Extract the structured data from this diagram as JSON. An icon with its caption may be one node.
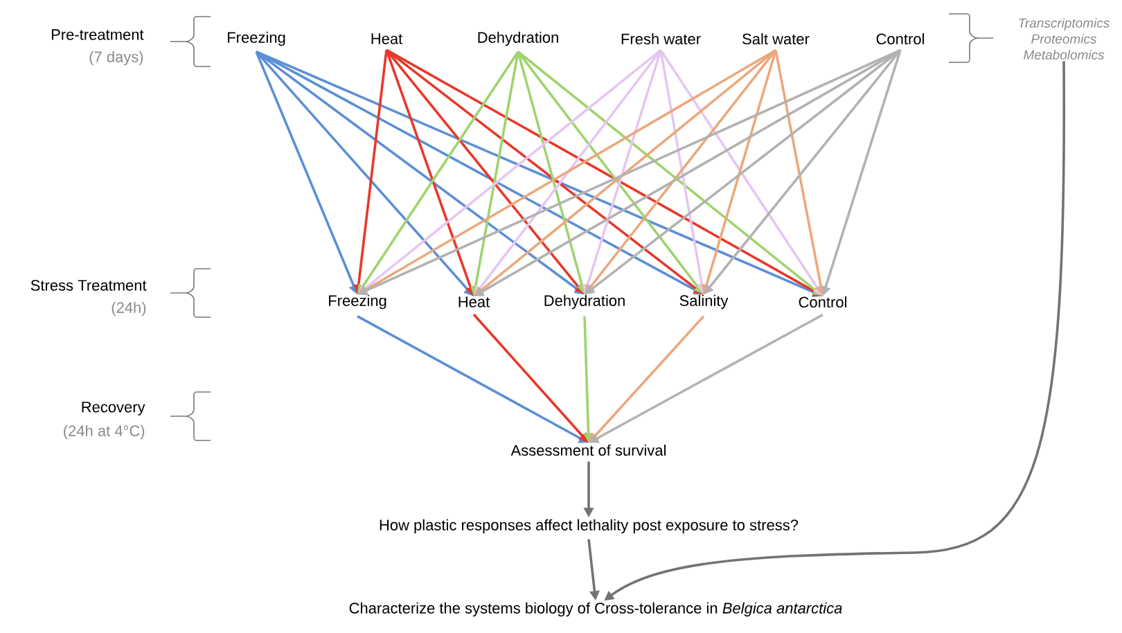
{
  "diagram": {
    "nodes": [
      {
        "text": [
          "Freezing"
        ]
      },
      {
        "text": [
          "Heat"
        ]
      },
      {
        "text": [
          "Dehydration"
        ]
      },
      {
        "text": [
          "Fresh water"
        ]
      },
      {
        "text": [
          "Salt water"
        ]
      },
      {
        "text": [
          "Control"
        ]
      },
      {
        "text": [
          "Freezing"
        ]
      },
      {
        "text": [
          "Heat"
        ]
      },
      {
        "text": [
          "Dehydration"
        ]
      },
      {
        "text": [
          "Salinity"
        ]
      },
      {
        "text": [
          "Control"
        ]
      },
      {
        "text": [
          "Assessment of survival"
        ]
      },
      {
        "text": [
          "How plastic responses affect lethality post exposure to stress?"
        ]
      },
      {
        "text": [
          "Characterize the systems biology of Cross-tolerance in *Belgica antarctica*"
        ]
      },
      {
        "text": [
          "Transcriptomics Proteomics Metabolomics"
        ]
      }
    ],
    "edges": [
      {
        "from": 0,
        "to": 6,
        "arrow": "to",
        "color": "#5b8fd6"
      },
      {
        "from": 0,
        "to": 7,
        "arrow": "to",
        "color": "#5b8fd6"
      },
      {
        "from": 0,
        "to": 8,
        "arrow": "to",
        "color": "#5b8fd6"
      },
      {
        "from": 0,
        "to": 9,
        "arrow": "to",
        "color": "#5b8fd6"
      },
      {
        "from": 0,
        "to": 10,
        "arrow": "to",
        "color": "#5b8fd6"
      },
      {
        "from": 1,
        "to": 6,
        "arrow": "to",
        "color": "#e8382a"
      },
      {
        "from": 1,
        "to": 7,
        "arrow": "to",
        "color": "#e8382a"
      },
      {
        "from": 1,
        "to": 8,
        "arrow": "to",
        "color": "#e8382a"
      },
      {
        "from": 1,
        "to": 9,
        "arrow": "to",
        "color": "#e8382a"
      },
      {
        "from": 1,
        "to": 10,
        "arrow": "to",
        "color": "#e8382a"
      },
      {
        "from": 2,
        "to": 6,
        "arrow": "to",
        "color": "#9ed46e"
      },
      {
        "from": 2,
        "to": 7,
        "arrow": "to",
        "color": "#9ed46e"
      },
      {
        "from": 2,
        "to": 8,
        "arrow": "to",
        "color": "#9ed46e"
      },
      {
        "from": 2,
        "to": 9,
        "arrow": "to",
        "color": "#9ed46e"
      },
      {
        "from": 2,
        "to": 10,
        "arrow": "to",
        "color": "#9ed46e"
      },
      {
        "from": 3,
        "to": 6,
        "arrow": "to",
        "color": "#e6c6f2"
      },
      {
        "from": 3,
        "to": 7,
        "arrow": "to",
        "color": "#e6c6f2"
      },
      {
        "from": 3,
        "to": 8,
        "arrow": "to",
        "color": "#e6c6f2"
      },
      {
        "from": 3,
        "to": 9,
        "arrow": "to",
        "color": "#e6c6f2"
      },
      {
        "from": 3,
        "to": 10,
        "arrow": "to",
        "color": "#e6c6f2"
      },
      {
        "from": 4,
        "to": 6,
        "arrow": "to",
        "color": "#eba87c"
      },
      {
        "from": 4,
        "to": 7,
        "arrow": "to",
        "color": "#eba87c"
      },
      {
        "from": 4,
        "to": 8,
        "arrow": "to",
        "color": "#eba87c"
      },
      {
        "from": 4,
        "to": 9,
        "arrow": "to",
        "color": "#eba87c"
      },
      {
        "from": 4,
        "to": 10,
        "arrow": "to",
        "color": "#eba87c"
      },
      {
        "from": 5,
        "to": 6,
        "arrow": "to",
        "color": "#b2b2b2"
      },
      {
        "from": 5,
        "to": 7,
        "arrow": "to",
        "color": "#b2b2b2"
      },
      {
        "from": 5,
        "to": 8,
        "arrow": "to",
        "color": "#b2b2b2"
      },
      {
        "from": 5,
        "to": 9,
        "arrow": "to",
        "color": "#b2b2b2"
      },
      {
        "from": 5,
        "to": 10,
        "arrow": "to",
        "color": "#b2b2b2"
      },
      {
        "from": 6,
        "to": 11,
        "arrow": "to",
        "color": "#5b8fd6"
      },
      {
        "from": 7,
        "to": 11,
        "arrow": "to",
        "color": "#e8382a"
      },
      {
        "from": 8,
        "to": 11,
        "arrow": "to",
        "color": "#9ed46e"
      },
      {
        "from": 9,
        "to": 11,
        "arrow": "to",
        "color": "#eba87c"
      },
      {
        "from": 10,
        "to": 11,
        "arrow": "to",
        "color": "#b2b2b2"
      },
      {
        "from": 11,
        "to": 12,
        "arrow": "to",
        "color": "#737373"
      },
      {
        "from": 12,
        "to": 13,
        "arrow": "to",
        "color": "#737373"
      },
      {
        "from": 14,
        "to": 13,
        "arrow": "to",
        "color": "#737373"
      }
    ],
    "labels": [
      "Pre-treatment",
      "(7 days)",
      "Stress Treatment",
      "(24h)",
      "Recovery",
      "(24h at 4°C)"
    ]
  }
}
